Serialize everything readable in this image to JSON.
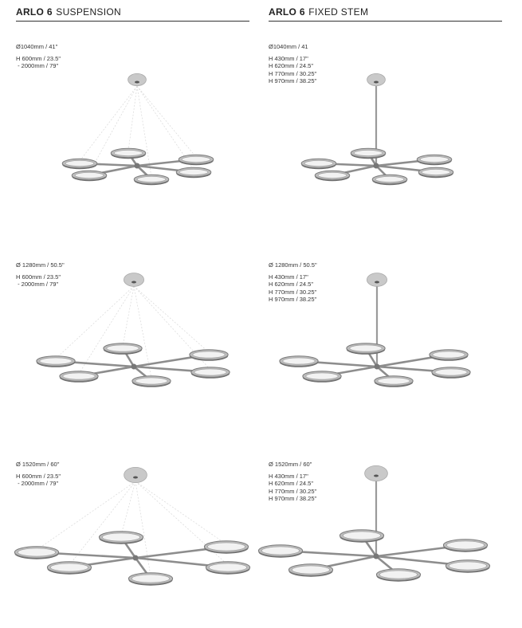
{
  "headers": {
    "left": {
      "bold": "ARLO 6",
      "light": "SUSPENSION"
    },
    "right": {
      "bold": "ARLO 6",
      "light": "FIXED STEM"
    }
  },
  "rows": [
    {
      "suspension": {
        "diameter": "Ø1040mm / 41\"",
        "heights": [
          "H 600mm / 23.5\"",
          " - 2000mm / 79\""
        ]
      },
      "stem": {
        "diameter": "Ø1040mm / 41",
        "heights": [
          "H 430mm / 17\"",
          "H 620mm / 24.5\"",
          "H 770mm / 30.25\"",
          "H 970mm / 38.25\""
        ]
      }
    },
    {
      "suspension": {
        "diameter": "Ø 1280mm / 50.5\"",
        "heights": [
          "H 600mm / 23.5\"",
          " - 2000mm / 79\""
        ]
      },
      "stem": {
        "diameter": "Ø 1280mm / 50.5\"",
        "heights": [
          "H 430mm / 17\"",
          "H 620mm / 24.5\"",
          "H 770mm / 30.25\"",
          "H 970mm / 38.25\""
        ]
      }
    },
    {
      "suspension": {
        "diameter": "Ø 1520mm / 60\"",
        "heights": [
          "H 600mm / 23.5\"",
          " - 2000mm / 79\""
        ]
      },
      "stem": {
        "diameter": "Ø 1520mm / 60\"",
        "heights": [
          "H 430mm / 17\"",
          "H 620mm / 24.5\"",
          "H 770mm / 30.25\"",
          "H 970mm / 38.25\""
        ]
      }
    }
  ]
}
